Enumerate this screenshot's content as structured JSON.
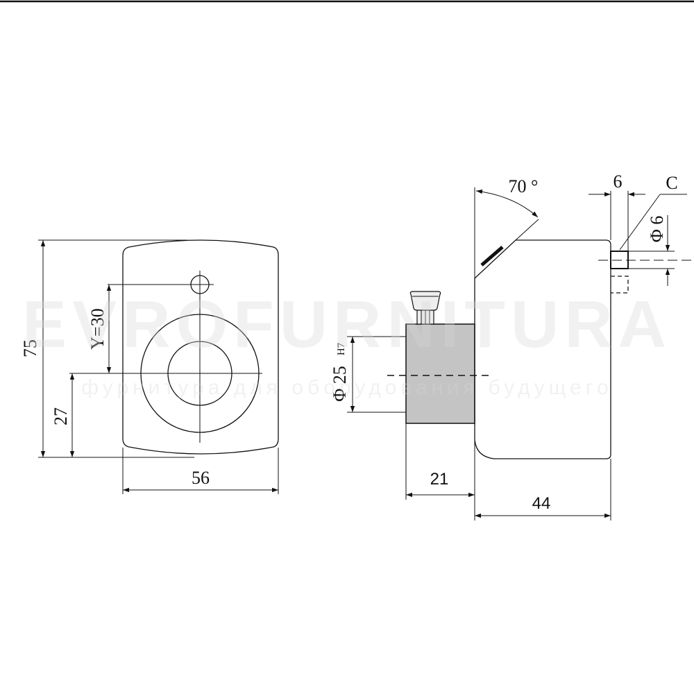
{
  "watermark": {
    "brand": "EVROFURNITURA",
    "tagline": "фурнитура для оборудования будущего"
  },
  "front_view": {
    "height_label": "75",
    "width_label": "56",
    "hole_offset_label": "Y=30",
    "center_height_label": "27"
  },
  "side_view": {
    "angle_label": "70 °",
    "pin_width_label": "6",
    "chamfer_label": "C",
    "pin_diameter_label": "Φ 6",
    "bore_label": "Φ 25",
    "bore_tolerance_label": "H7",
    "hub_length_label": "21",
    "body_length_label": "44"
  },
  "colors": {
    "line": "#111111",
    "hub_fill": "#c4c4c4",
    "background": "#ffffff"
  }
}
